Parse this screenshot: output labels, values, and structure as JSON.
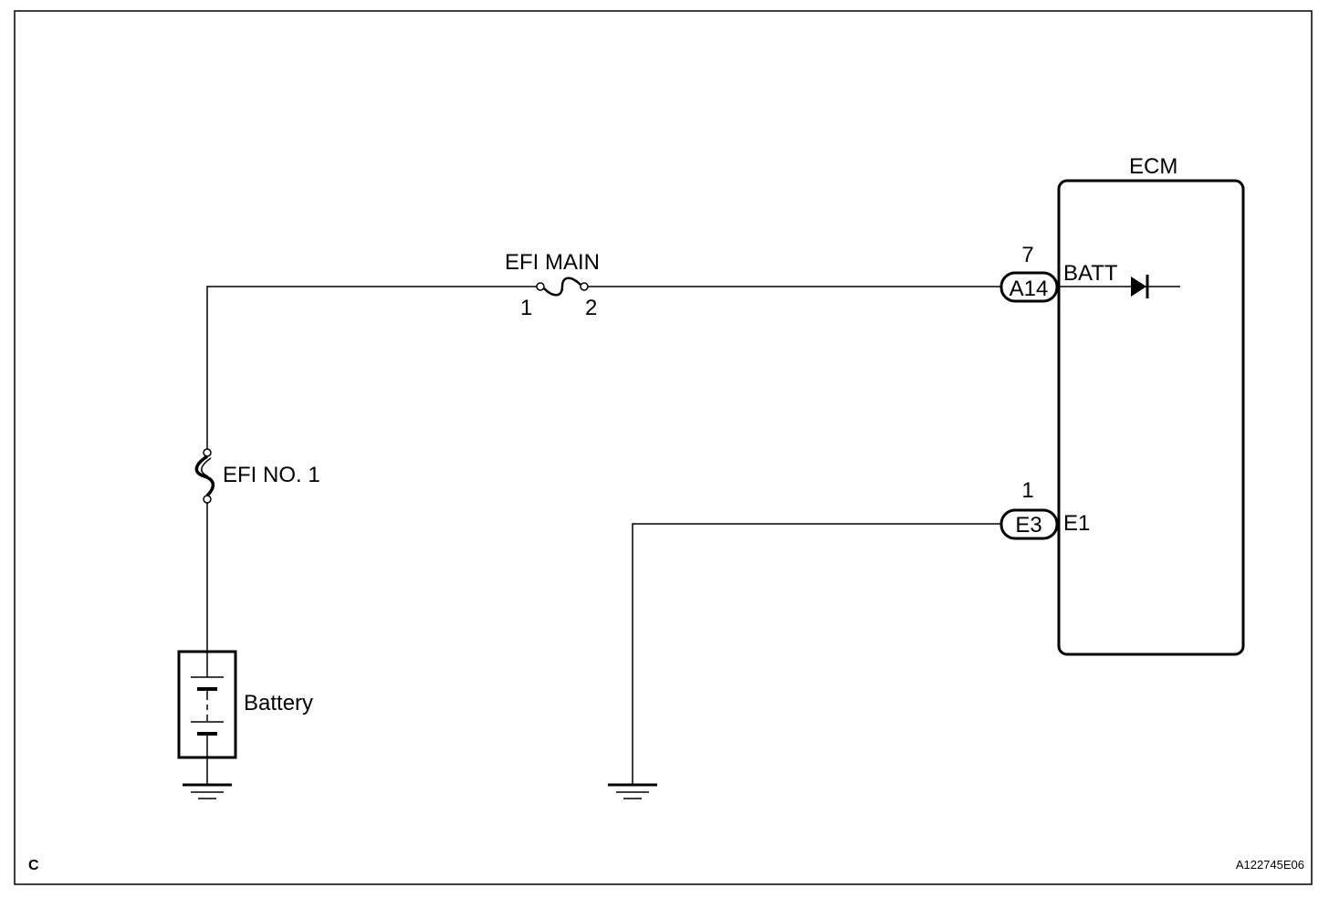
{
  "ecm": {
    "title": "ECM"
  },
  "efi_main": {
    "label": "EFI MAIN",
    "pin1": "1",
    "pin2": "2"
  },
  "efi_no1": {
    "label": "EFI NO. 1"
  },
  "battery": {
    "label": "Battery"
  },
  "connector_a14": {
    "id": "A14",
    "pin": "7",
    "terminal": "BATT"
  },
  "connector_e3": {
    "id": "E3",
    "pin": "1",
    "terminal": "E1"
  },
  "footer": {
    "left_code": "C",
    "diagram_id": "A122745E06"
  }
}
